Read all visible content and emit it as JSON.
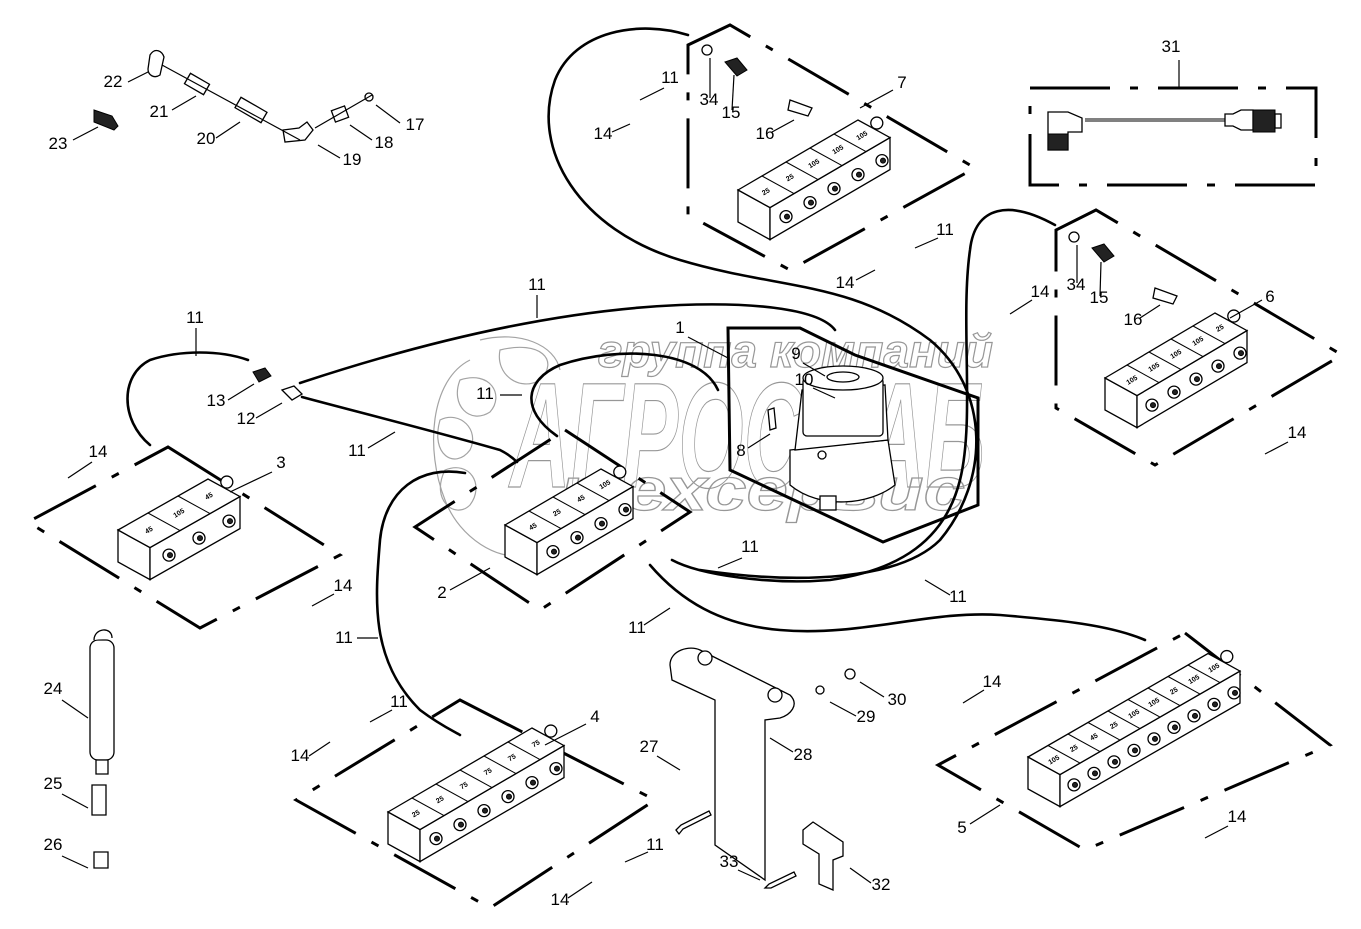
{
  "diagram": {
    "type": "exploded-parts-diagram",
    "subject": "centralized lubrication system",
    "watermark": {
      "line1": "группа компаний",
      "line2": "АГРОСНАБ",
      "line3": "техсервис"
    },
    "callouts": [
      {
        "id": "c1",
        "label": "1",
        "part": "pump-assembly-bracket"
      },
      {
        "id": "c2",
        "label": "2",
        "part": "distributor-block-2"
      },
      {
        "id": "c3",
        "label": "3",
        "part": "distributor-block-3"
      },
      {
        "id": "c4",
        "label": "4",
        "part": "distributor-block-4"
      },
      {
        "id": "c5",
        "label": "5",
        "part": "distributor-block-5"
      },
      {
        "id": "c6",
        "label": "6",
        "part": "distributor-block-6"
      },
      {
        "id": "c7",
        "label": "7",
        "part": "distributor-block-7"
      },
      {
        "id": "c8",
        "label": "8",
        "part": "pump-fitting"
      },
      {
        "id": "c9",
        "label": "9",
        "part": "reservoir-cap"
      },
      {
        "id": "c10",
        "label": "10",
        "part": "reservoir"
      },
      {
        "id": "c11a",
        "label": "11",
        "part": "hose"
      },
      {
        "id": "c11b",
        "label": "11",
        "part": "hose"
      },
      {
        "id": "c11c",
        "label": "11",
        "part": "hose"
      },
      {
        "id": "c11d",
        "label": "11",
        "part": "hose"
      },
      {
        "id": "c11e",
        "label": "11",
        "part": "hose"
      },
      {
        "id": "c11f",
        "label": "11",
        "part": "hose"
      },
      {
        "id": "c11g",
        "label": "11",
        "part": "hose"
      },
      {
        "id": "c11h",
        "label": "11",
        "part": "hose"
      },
      {
        "id": "c11i",
        "label": "11",
        "part": "hose"
      },
      {
        "id": "c11j",
        "label": "11",
        "part": "hose"
      },
      {
        "id": "c11k",
        "label": "11",
        "part": "hose"
      },
      {
        "id": "c12",
        "label": "12",
        "part": "connector"
      },
      {
        "id": "c13",
        "label": "13",
        "part": "sleeve"
      },
      {
        "id": "c14a",
        "label": "14",
        "part": "hose"
      },
      {
        "id": "c14b",
        "label": "14",
        "part": "hose"
      },
      {
        "id": "c14c",
        "label": "14",
        "part": "hose"
      },
      {
        "id": "c14d",
        "label": "14",
        "part": "hose"
      },
      {
        "id": "c14e",
        "label": "14",
        "part": "hose"
      },
      {
        "id": "c14f",
        "label": "14",
        "part": "hose"
      },
      {
        "id": "c14g",
        "label": "14",
        "part": "hose"
      },
      {
        "id": "c14h",
        "label": "14",
        "part": "hose"
      },
      {
        "id": "c14i",
        "label": "14",
        "part": "hose"
      },
      {
        "id": "c14j",
        "label": "14",
        "part": "hose"
      },
      {
        "id": "c15a",
        "label": "15",
        "part": "grease-nipple-cap"
      },
      {
        "id": "c15b",
        "label": "15",
        "part": "grease-nipple-cap"
      },
      {
        "id": "c16a",
        "label": "16",
        "part": "fitting-with-cap"
      },
      {
        "id": "c16b",
        "label": "16",
        "part": "fitting-with-cap"
      },
      {
        "id": "c17",
        "label": "17",
        "part": "o-ring"
      },
      {
        "id": "c18",
        "label": "18",
        "part": "adapter"
      },
      {
        "id": "c19",
        "label": "19",
        "part": "elbow"
      },
      {
        "id": "c20",
        "label": "20",
        "part": "union"
      },
      {
        "id": "c21",
        "label": "21",
        "part": "fitting"
      },
      {
        "id": "c22",
        "label": "22",
        "part": "dust-cap"
      },
      {
        "id": "c23",
        "label": "23",
        "part": "sleeve"
      },
      {
        "id": "c24",
        "label": "24",
        "part": "grease-gun"
      },
      {
        "id": "c25",
        "label": "25",
        "part": "nipple-with-cap"
      },
      {
        "id": "c26",
        "label": "26",
        "part": "grease-nipple"
      },
      {
        "id": "c27",
        "label": "27",
        "part": "bolt"
      },
      {
        "id": "c28",
        "label": "28",
        "part": "bracket"
      },
      {
        "id": "c29",
        "label": "29",
        "part": "washer"
      },
      {
        "id": "c30",
        "label": "30",
        "part": "nut"
      },
      {
        "id": "c31",
        "label": "31",
        "part": "cable"
      },
      {
        "id": "c32",
        "label": "32",
        "part": "clamp"
      },
      {
        "id": "c33",
        "label": "33",
        "part": "screw"
      },
      {
        "id": "c34a",
        "label": "34",
        "part": "plug"
      },
      {
        "id": "c34b",
        "label": "34",
        "part": "plug"
      }
    ],
    "blocks": {
      "block2": [
        "45",
        "25",
        "45",
        "105"
      ],
      "block3": [
        "45",
        "105",
        "45"
      ],
      "block4": [
        "25",
        "25",
        "75",
        "75",
        "75",
        "75"
      ],
      "block5": [
        "105",
        "25",
        "45",
        "25",
        "105",
        "105",
        "25",
        "105",
        "105"
      ],
      "block6": [
        "105",
        "105",
        "105",
        "105",
        "25"
      ],
      "block7": [
        "25",
        "25",
        "105",
        "105",
        "105"
      ]
    }
  }
}
